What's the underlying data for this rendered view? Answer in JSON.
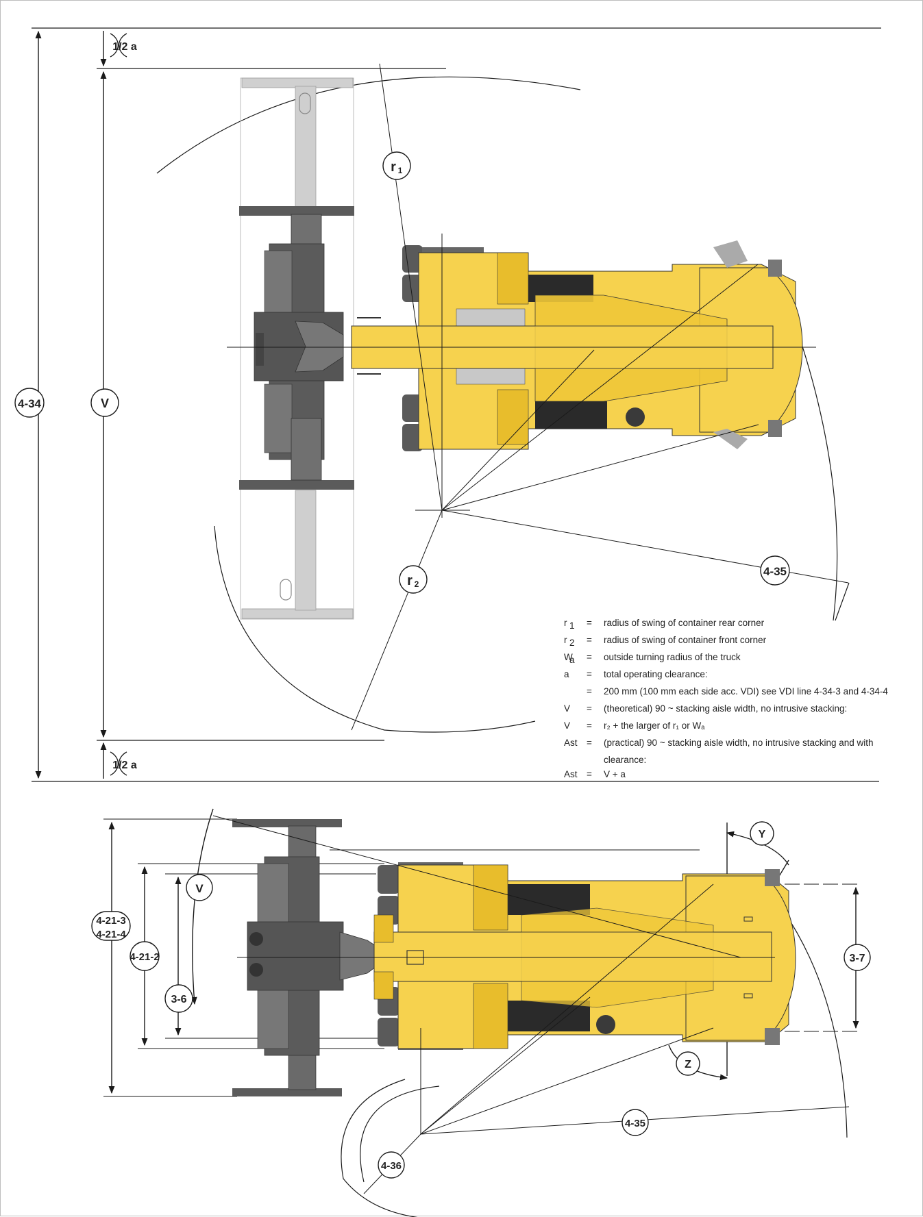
{
  "colors": {
    "body_yellow": "#f6d24e",
    "body_yellow_dark": "#e2b82a",
    "chassis_dark": "#5b5b5b",
    "chassis_mid": "#777777",
    "spreader_light": "#c8c8c8",
    "wheel": "#5a5a5a",
    "line": "#1a1a1a"
  },
  "top_view": {
    "dimension_labels": {
      "d434": "4-34",
      "v": "V",
      "half_a_top": "1/2 a",
      "half_a_bottom": "1/2 a",
      "r1": "r",
      "r1_sub": "1",
      "r2": "r",
      "r2_sub": "2",
      "d435": "4-35"
    },
    "legend": [
      {
        "sym": "r",
        "sub": "1",
        "eq": "=",
        "text": "radius of swing of container rear corner"
      },
      {
        "sym": "r",
        "sub": "2",
        "eq": "=",
        "text": "radius of swing of container front corner"
      },
      {
        "sym": "W",
        "sub": "a",
        "eq": "=",
        "text": "outside turning radius of the truck"
      },
      {
        "sym": "a",
        "sub": "",
        "eq": "=",
        "text": "total operating clearance:"
      },
      {
        "sym": "",
        "sub": "",
        "eq": "=",
        "text": "200 mm (100 mm each side acc. VDI) see VDI line 4-34-3 and 4-34-4"
      },
      {
        "sym": "V",
        "sub": "",
        "eq": "=",
        "text": "(theoretical) 90 ~ stacking aisle width, no intrusive stacking:"
      },
      {
        "sym": "V",
        "sub": "",
        "eq": "=",
        "text": "r₂ + the larger of r₁ or Wₐ"
      },
      {
        "sym": "Ast",
        "sub": "",
        "eq": "=",
        "text": "(practical) 90 ~ stacking aisle width, no intrusive stacking and with"
      },
      {
        "sym": "",
        "sub": "",
        "eq": "",
        "text": "clearance:"
      },
      {
        "sym": "Ast",
        "sub": "",
        "eq": "=",
        "text": "V + a"
      }
    ]
  },
  "bottom_view": {
    "dimension_labels": {
      "d4213": "4-21-3",
      "d4214": "4-21-4",
      "d4212": "4-21-2",
      "d36": "3-6",
      "v": "V",
      "y": "Y",
      "d37": "3-7",
      "z": "Z",
      "d435": "4-35",
      "d436": "4-36"
    }
  }
}
